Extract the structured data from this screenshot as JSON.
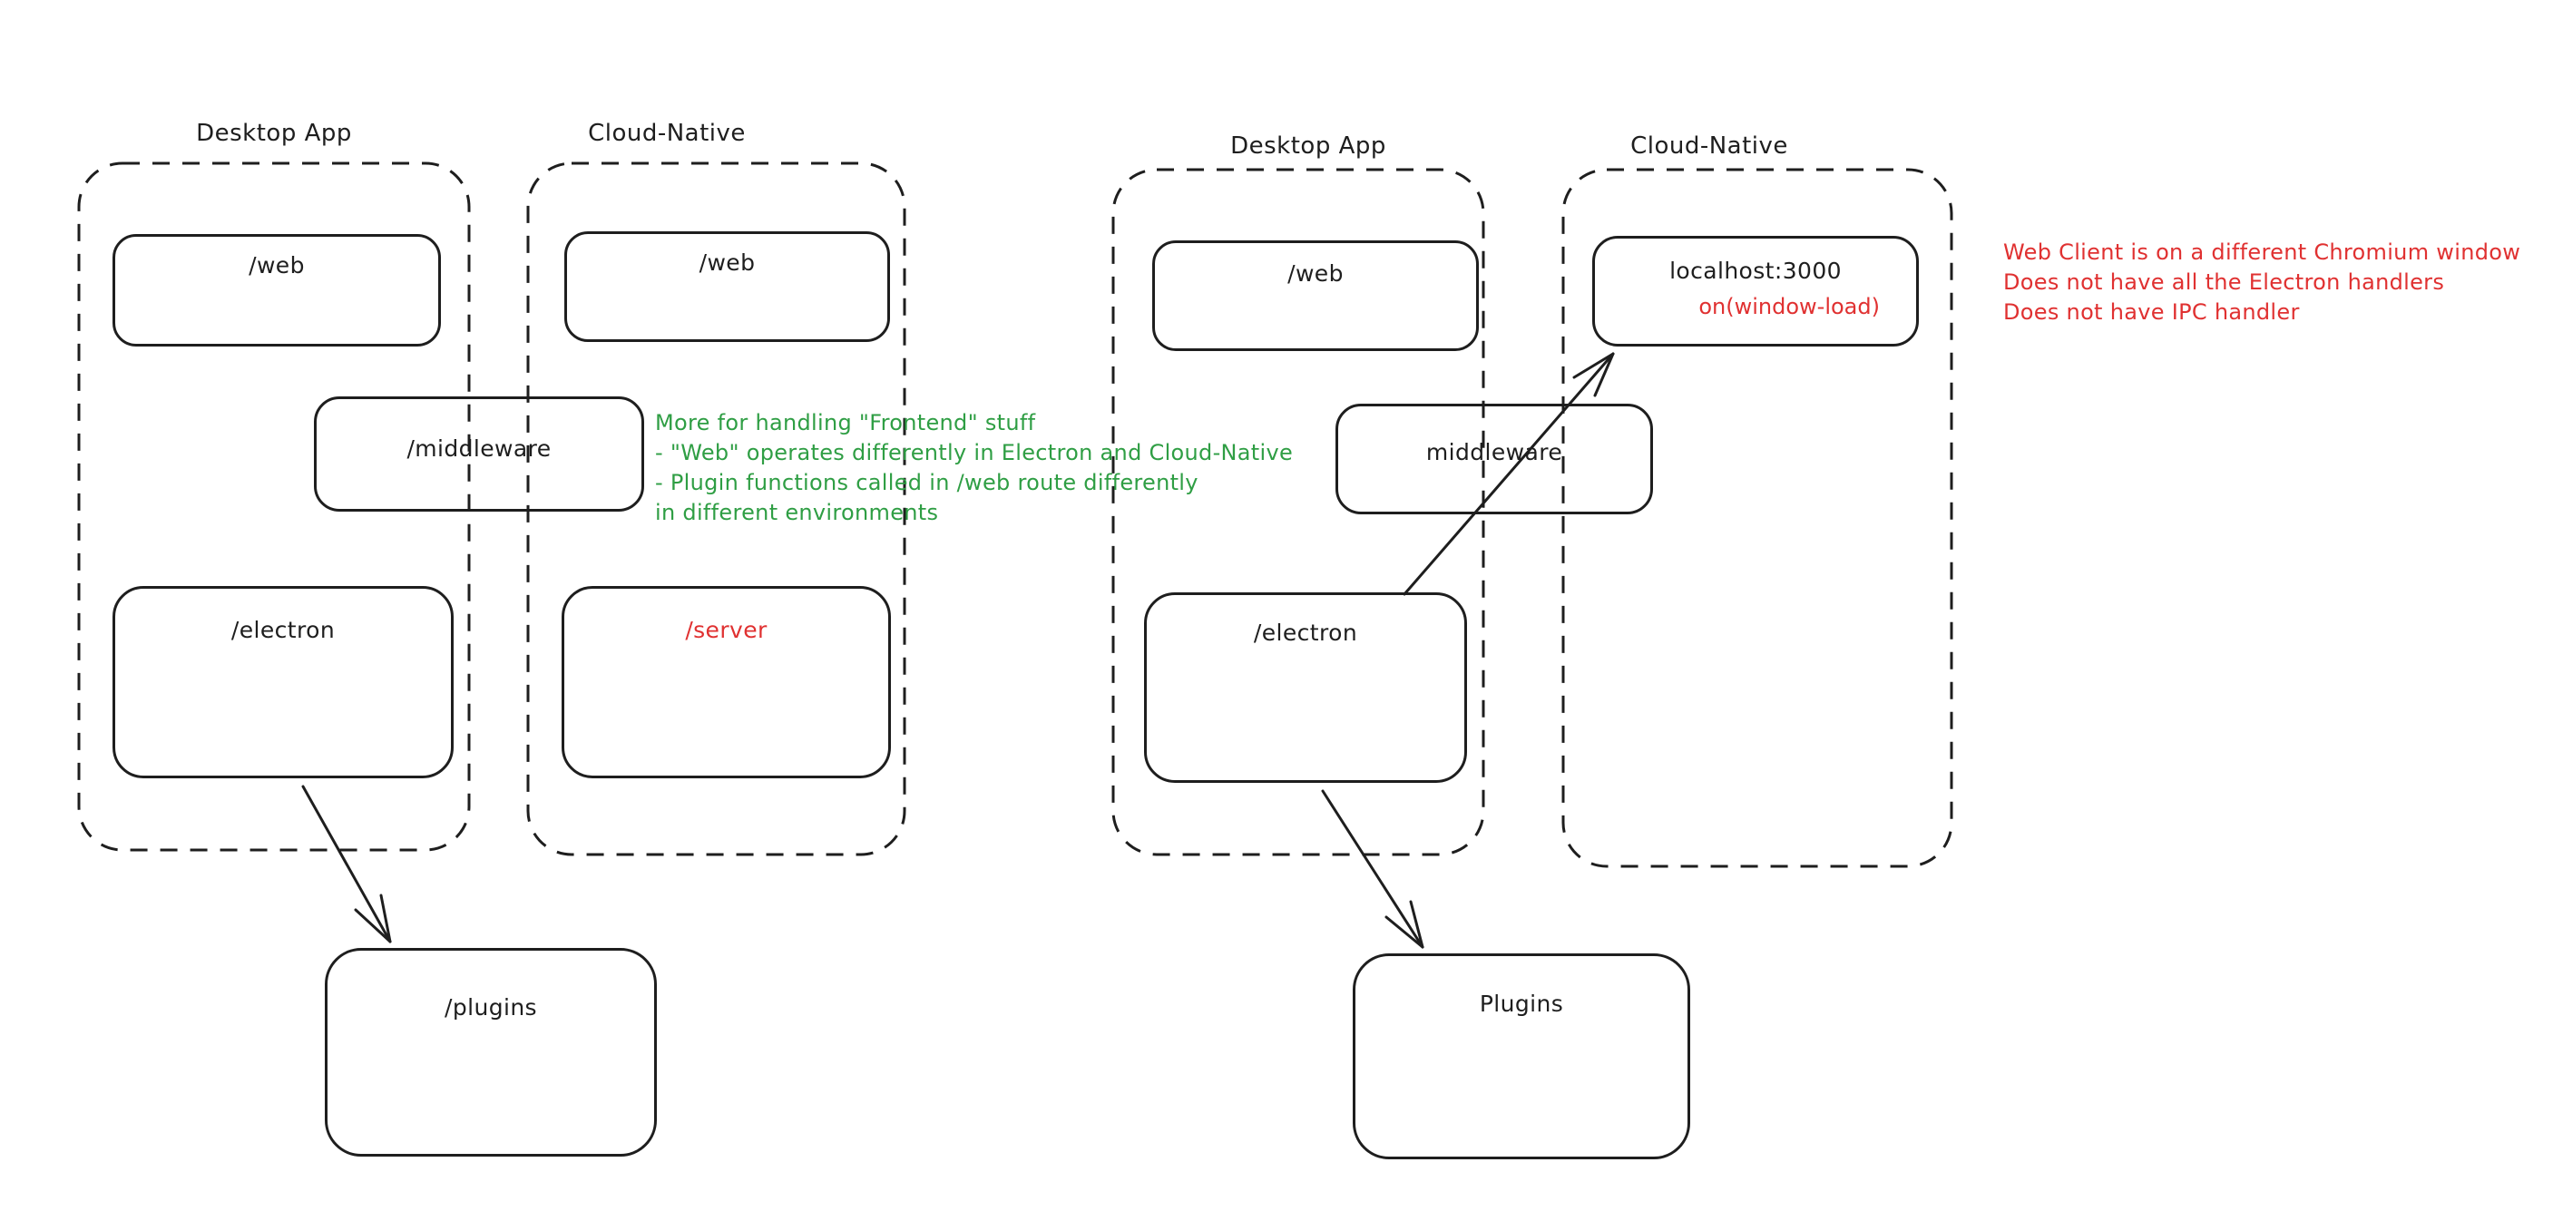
{
  "colors": {
    "ink": "#1e1e1e",
    "green_note": "#2f9e44",
    "red_accent": "#e03131",
    "background": "#ffffff"
  },
  "left_diagram": {
    "desktop_title": "Desktop App",
    "cloud_title": "Cloud-Native",
    "web_desktop_label": "/web",
    "web_cloud_label": "/web",
    "middleware_label": "/middleware",
    "electron_label": "/electron",
    "server_label": "/server",
    "plugins_label": "/plugins",
    "green_note": {
      "lines": [
        "More for handling \"Frontend\" stuff",
        "- \"Web\" operates differently in Electron and Cloud-Native",
        "- Plugin functions called in /web route differently",
        "in different environments"
      ]
    }
  },
  "right_diagram": {
    "desktop_title": "Desktop App",
    "cloud_title": "Cloud-Native",
    "web_label": "/web",
    "localhost_label": "localhost:3000",
    "window_load_label": "on(window-load)",
    "middleware_label": "middleware",
    "electron_label": "/electron",
    "plugins_label": "Plugins",
    "red_note": {
      "lines": [
        "Web Client is on a different Chromium window",
        "Does not have all the Electron handlers",
        "Does not have IPC handler"
      ]
    }
  }
}
